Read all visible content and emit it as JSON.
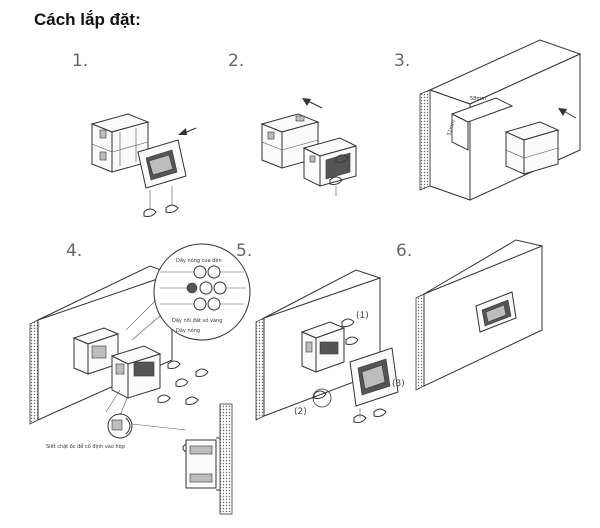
{
  "title": "Cách lắp đặt:",
  "steps": [
    {
      "number": "1."
    },
    {
      "number": "2."
    },
    {
      "number": "3."
    },
    {
      "number": "4."
    },
    {
      "number": "5."
    },
    {
      "number": "6."
    }
  ],
  "step3": {
    "dim_width": "58mm",
    "dim_height": "52mm"
  },
  "step4": {
    "callout": [
      "Dây nóng của đèn",
      "Dây nối đất vỏ vàng",
      "Dây nóng"
    ],
    "caption": "Siết chặt ốc để cố định vào hộp"
  },
  "step5": {
    "labels": [
      "(1)",
      "(2)",
      "(3)"
    ]
  }
}
